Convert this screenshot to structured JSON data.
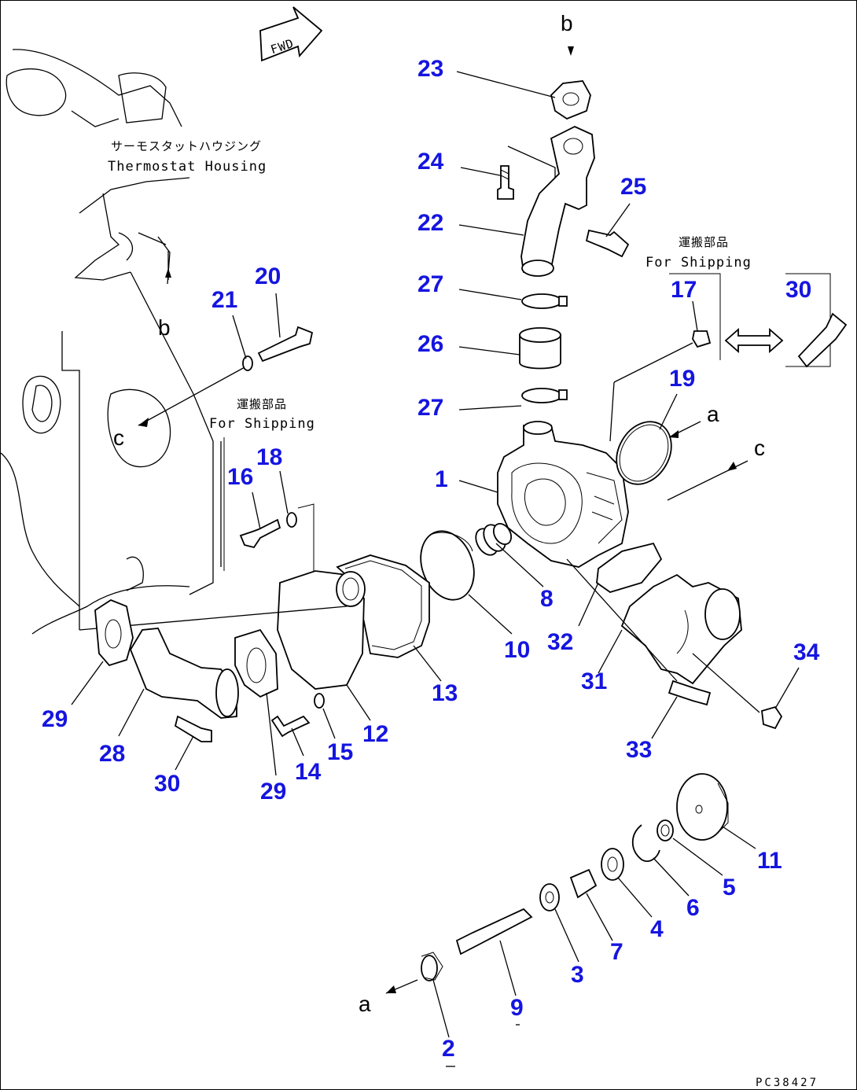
{
  "labels": {
    "fwd": "FWD",
    "thermostat_jp": "サーモスタットハウジング",
    "thermostat_en": "Thermostat Housing",
    "shipping_jp": "運搬部品",
    "shipping_en": "For Shipping",
    "ref_a": "a",
    "ref_b": "b",
    "ref_c": "c",
    "doc_id": "PC38427"
  },
  "callouts": [
    {
      "id": "1",
      "text": "1"
    },
    {
      "id": "2",
      "text": "2"
    },
    {
      "id": "3",
      "text": "3"
    },
    {
      "id": "4",
      "text": "4"
    },
    {
      "id": "5",
      "text": "5"
    },
    {
      "id": "6",
      "text": "6"
    },
    {
      "id": "7",
      "text": "7"
    },
    {
      "id": "8",
      "text": "8"
    },
    {
      "id": "9",
      "text": "9"
    },
    {
      "id": "10",
      "text": "10"
    },
    {
      "id": "11",
      "text": "11"
    },
    {
      "id": "12",
      "text": "12"
    },
    {
      "id": "13",
      "text": "13"
    },
    {
      "id": "14",
      "text": "14"
    },
    {
      "id": "15",
      "text": "15"
    },
    {
      "id": "16",
      "text": "16"
    },
    {
      "id": "17",
      "text": "17"
    },
    {
      "id": "18",
      "text": "18"
    },
    {
      "id": "19",
      "text": "19"
    },
    {
      "id": "20",
      "text": "20"
    },
    {
      "id": "21",
      "text": "21"
    },
    {
      "id": "22",
      "text": "22"
    },
    {
      "id": "23",
      "text": "23"
    },
    {
      "id": "24",
      "text": "24"
    },
    {
      "id": "25",
      "text": "25"
    },
    {
      "id": "26",
      "text": "26"
    },
    {
      "id": "27a",
      "text": "27"
    },
    {
      "id": "27b",
      "text": "27"
    },
    {
      "id": "28",
      "text": "28"
    },
    {
      "id": "29a",
      "text": "29"
    },
    {
      "id": "29b",
      "text": "29"
    },
    {
      "id": "30a",
      "text": "30"
    },
    {
      "id": "30b",
      "text": "30"
    },
    {
      "id": "31",
      "text": "31"
    },
    {
      "id": "32",
      "text": "32"
    },
    {
      "id": "33",
      "text": "33"
    },
    {
      "id": "34",
      "text": "34"
    }
  ],
  "colors": {
    "callout": "#1515e0",
    "line": "#000000",
    "background": "#ffffff"
  }
}
